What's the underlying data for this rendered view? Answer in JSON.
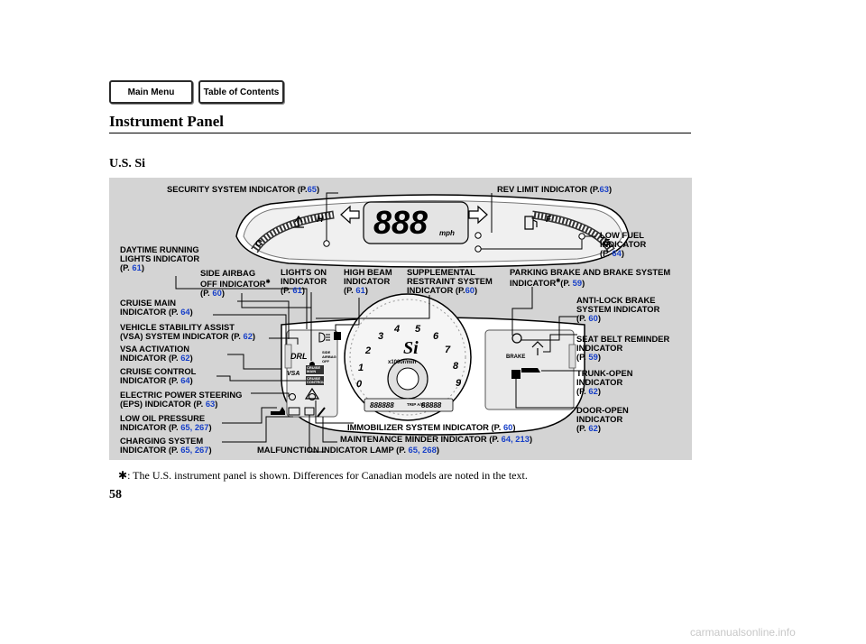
{
  "nav": {
    "main_menu": "Main Menu",
    "toc": "Table of Contents"
  },
  "page": {
    "title": "Instrument Panel",
    "section": "U.S. Si",
    "note_marker": "✱",
    "note": ":  The U.S. instrument panel is shown. Differences for Canadian models are noted in the text.",
    "page_number": "58",
    "watermark": "carmanualsonline.info"
  },
  "gauges": {
    "speed_digits": "888",
    "speed_unit": "mph",
    "rpm_multiplier": "x1000r/min",
    "brand": "Si",
    "odometer": "888888",
    "trip": "88888",
    "trip_label": "TRIP A/B",
    "temp_hot": "H",
    "temp_cold": "C",
    "fuel_full": "F",
    "fuel_empty": "E",
    "rpm_numbers": [
      "0",
      "1",
      "2",
      "3",
      "4",
      "5",
      "6",
      "7",
      "8",
      "9"
    ],
    "drl_icon": "DRL",
    "vsa_icon": "VSA",
    "brake_icon": "BRAKE",
    "airbag_off_icon": "SIDE AIRBAG OFF",
    "cruise_main_icon": "CRUISE MAIN",
    "cruise_control_icon": "CRUISE CONTROL"
  },
  "labels": {
    "security": {
      "l1": "SECURITY SYSTEM INDICATOR  (P.",
      "p": "65",
      "end": ")"
    },
    "rev_limit": {
      "l1": "REV LIMIT INDICATOR (P.",
      "p": "63",
      "end": ")"
    },
    "low_fuel": {
      "l1": "LOW FUEL",
      "l2": "INDICATOR",
      "l3": "(P.",
      "p": "64",
      "end": ")"
    },
    "daytime": {
      "l1": "DAYTIME RUNNING",
      "l2": "LIGHTS INDICATOR",
      "l3": "(P.",
      "p": "61",
      "end": ")"
    },
    "side_airbag": {
      "l1": "SIDE AIRBAG",
      "l2": "OFF INDICATOR",
      "star": "✱",
      "l3": "(P.",
      "p": "60",
      "end": ")"
    },
    "lights_on": {
      "l1": "LIGHTS ON",
      "l2": "INDICATOR",
      "l3": "(P.",
      "p": "61",
      "end": ")"
    },
    "high_beam": {
      "l1": "HIGH BEAM",
      "l2": "INDICATOR",
      "l3": "(P.",
      "p": "61",
      "end": ")"
    },
    "srs": {
      "l1": "SUPPLEMENTAL",
      "l2": "RESTRAINT SYSTEM",
      "l3": "INDICATOR  (P.",
      "p": "60",
      "end": ")"
    },
    "parking_brake": {
      "l1": "PARKING BRAKE AND BRAKE SYSTEM",
      "l2": "INDICATOR",
      "star": "✱",
      "l2b": "(P.",
      "p": "59",
      "end": ")"
    },
    "abs": {
      "l1": "ANTI-LOCK BRAKE",
      "l2": "SYSTEM INDICATOR",
      "l3": "(P.",
      "p": "60",
      "end": ")"
    },
    "cruise_main": {
      "l1": "CRUISE MAIN",
      "l2": "INDICATOR  (P.",
      "p": "64",
      "end": ")"
    },
    "vsa_system": {
      "l1": "VEHICLE STABILITY ASSIST",
      "l2": "(VSA) SYSTEM INDICATOR (P.",
      "p": "62",
      "end": ")"
    },
    "vsa_activation": {
      "l1": "VSA ACTIVATION",
      "l2": "INDICATOR  (P.",
      "p": "62",
      "end": ")"
    },
    "seat_belt": {
      "l1": "SEAT BELT REMINDER",
      "l2": "INDICATOR",
      "l3": "(P.",
      "p": "59",
      "end": ")"
    },
    "cruise_control": {
      "l1": "CRUISE CONTROL",
      "l2": "INDICATOR  (P.",
      "p": "64",
      "end": ")"
    },
    "trunk_open": {
      "l1": "TRUNK-OPEN",
      "l2": "INDICATOR",
      "l3": "(P.",
      "p": "62",
      "end": ")"
    },
    "eps": {
      "l1": "ELECTRIC POWER STEERING",
      "l2": "(EPS) INDICATOR  (P.",
      "p": "63",
      "end": ")"
    },
    "door_open": {
      "l1": "DOOR-OPEN",
      "l2": "INDICATOR",
      "l3": "(P.",
      "p": "62",
      "end": ")"
    },
    "low_oil": {
      "l1": "LOW OIL PRESSURE",
      "l2": "INDICATOR  (P.",
      "p": "65, 267",
      "end": ")"
    },
    "immobilizer": {
      "l1": "IMMOBILIZER SYSTEM INDICATOR  (P.",
      "p": "60",
      "end": ")"
    },
    "charging": {
      "l1": "CHARGING SYSTEM",
      "l2": "INDICATOR  (P.",
      "p": "65, 267",
      "end": ")"
    },
    "maintenance": {
      "l1": "MAINTENANCE MINDER INDICATOR  (P.",
      "p": "64, 213",
      "end": ")"
    },
    "malfunction": {
      "l1": "MALFUNCTION INDICATOR LAMP (P.",
      "p": "65, 268",
      "end": ")"
    }
  }
}
